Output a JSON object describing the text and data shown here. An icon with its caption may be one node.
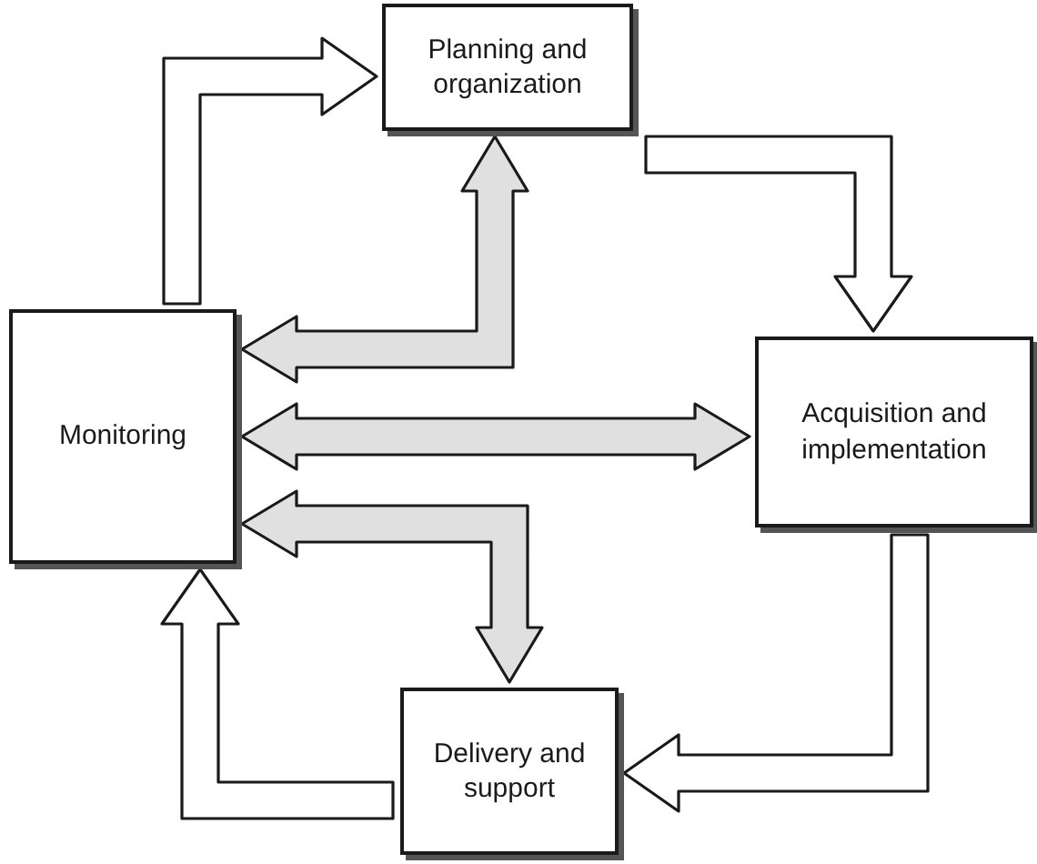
{
  "diagram": {
    "nodes": [
      {
        "text": [
          "Planning and organization"
        ]
      },
      {
        "text": [
          "Monitoring"
        ]
      },
      {
        "text": [
          "Acquisition and implementation"
        ]
      },
      {
        "text": [
          "Delivery and support"
        ]
      }
    ],
    "edges": [
      {
        "from": 1,
        "to": 0,
        "arrow": "to"
      },
      {
        "from": 0,
        "to": 2,
        "arrow": "to"
      },
      {
        "from": 2,
        "to": 3,
        "arrow": "to"
      },
      {
        "from": 3,
        "to": 1,
        "arrow": "to"
      },
      {
        "from": 0,
        "to": 1,
        "arrow": "both",
        "color": "#e0e0e0"
      },
      {
        "from": 1,
        "to": 2,
        "arrow": "both",
        "color": "#e0e0e0"
      },
      {
        "from": 1,
        "to": 3,
        "arrow": "both",
        "color": "#e0e0e0"
      }
    ]
  }
}
